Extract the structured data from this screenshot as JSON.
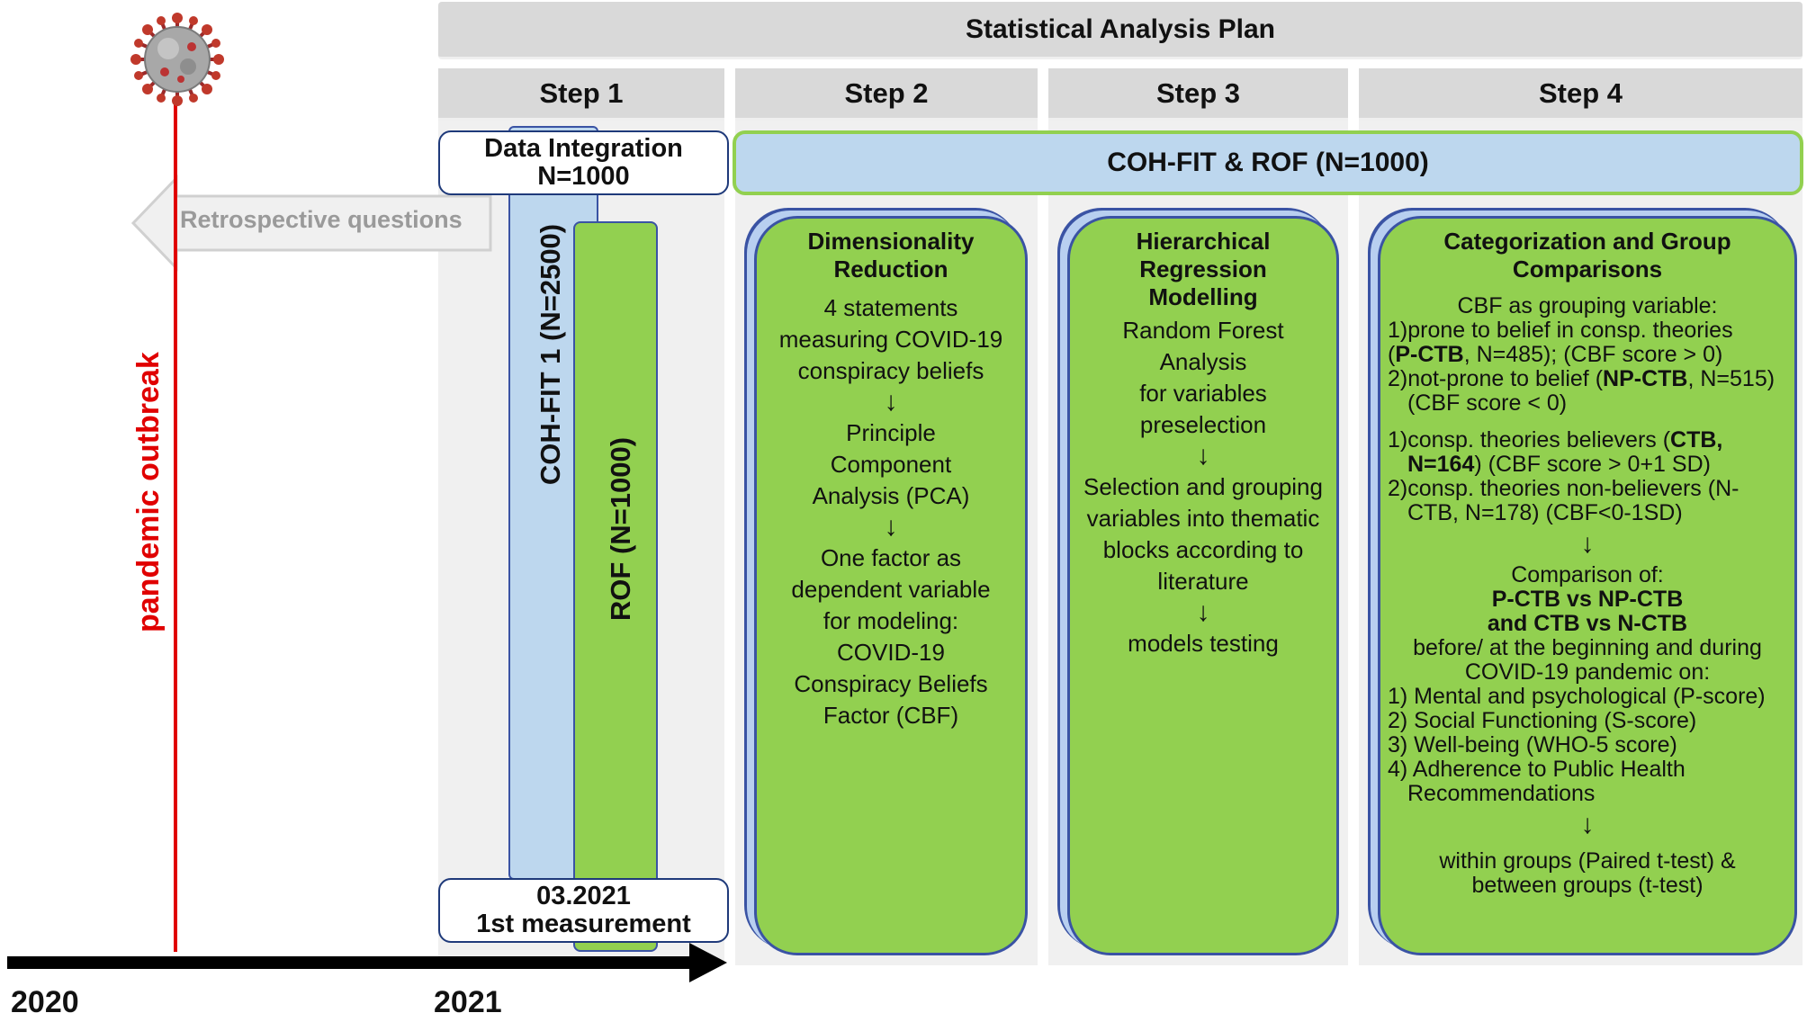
{
  "header": {
    "title": "Statistical Analysis Plan"
  },
  "steps": [
    "Step 1",
    "Step 2",
    "Step 3",
    "Step 4"
  ],
  "timeline": {
    "outbreak_label": "pandemic outbreak",
    "year_2020": "2020",
    "year_2021": "2021",
    "retrospective": "Retrospective questions"
  },
  "step1": {
    "integration_line1": "Data Integration",
    "integration_line2": "N=1000",
    "cohfit": "COH-FIT 1 (N=2500)",
    "rof": "ROF (N=1000)",
    "measure_line1": "03.2021",
    "measure_line2": "1st measurement"
  },
  "combined_banner": "COH-FIT & ROF (N=1000)",
  "step2": {
    "title": [
      "Dimensionality",
      "Reduction"
    ],
    "lines1": [
      "4 statements",
      "measuring COVID-19",
      "conspiracy beliefs"
    ],
    "lines2": [
      "Principle",
      "Component",
      "Analysis (PCA)"
    ],
    "lines3": [
      "One factor as",
      "dependent variable",
      "for modeling:",
      "COVID-19",
      "Conspiracy Beliefs",
      "Factor (CBF)"
    ]
  },
  "step3": {
    "title": [
      "Hierarchical",
      "Regression",
      "Modelling"
    ],
    "lines1": [
      "Random Forest",
      "Analysis",
      "for variables",
      "preselection"
    ],
    "lines2": [
      "Selection and grouping",
      "variables into thematic",
      "blocks according to",
      "literature"
    ],
    "lines3": [
      "models testing"
    ]
  },
  "step4": {
    "title": [
      "Categorization and Group",
      "Comparisons"
    ],
    "intro": "CBF as grouping variable:",
    "g1a": "1)prone to belief in consp. theories",
    "g1b_bold": "P-CTB",
    "g1b_rest": ", N=485); (CBF score > 0)",
    "g2a_pre": "2)not-prone to belief (",
    "g2a_bold": "NP-CTB",
    "g2a_post": ", N=515)",
    "g2b": "(CBF score < 0)",
    "g3a_pre": "1)consp. theories believers (",
    "g3a_bold": "CTB,",
    "g3b_bold": "N=164",
    "g3b_post": ") (CBF score > 0+1 SD)",
    "g4a": "2)consp. theories non-believers (N-",
    "g4b": "CTB, N=178) (CBF<0-1SD)",
    "cmp_title": "Comparison of:",
    "cmp_line1": "P-CTB vs NP-CTB",
    "cmp_line1_vs": "vs",
    "cmp_line2": "and CTB vs N-CTB",
    "cmp_line3": "before/ at the beginning and during",
    "cmp_line4": "COVID-19 pandemic on:",
    "items": [
      "1) Mental and psychological (P-score)",
      "2) Social Functioning (S-score)",
      "3) Well-being (WHO-5 score)",
      "4) Adherence to Public Health"
    ],
    "item4_cont": "Recommendations",
    "final1": "within groups (Paired t-test) &",
    "final2": "between groups (t-test)"
  },
  "colors": {
    "green": "#92d050",
    "light_blue": "#bdd7ee",
    "red": "#e00000",
    "grey_header": "#d9d9d9",
    "border_blue": "#3a53a4"
  }
}
